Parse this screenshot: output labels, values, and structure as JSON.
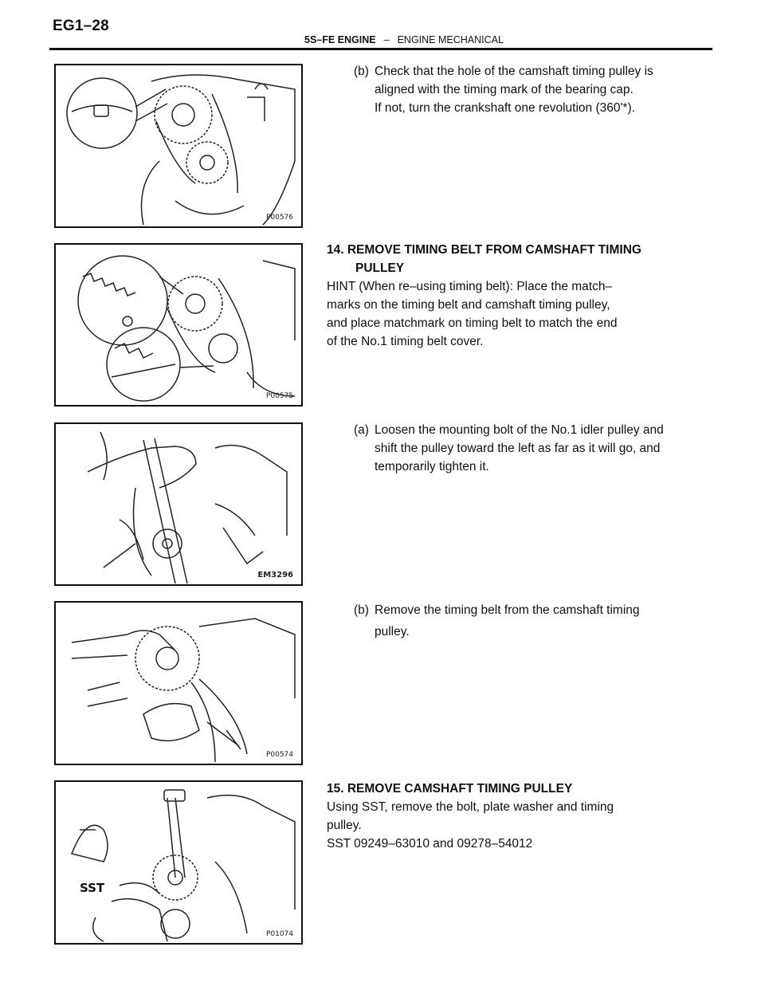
{
  "header": {
    "page_number": "EG1–28",
    "section": "5S–FE ENGINE",
    "separator": "–",
    "chapter": "ENGINE MECHANICAL"
  },
  "figures": [
    {
      "code": "P00576"
    },
    {
      "code": "P00575"
    },
    {
      "code": "EM3296"
    },
    {
      "code": "P00574"
    },
    {
      "code": "P01074",
      "label": "SST"
    }
  ],
  "step_b_check": {
    "label": "(b)",
    "line1": "Check that the hole of the camshaft timing pulley is",
    "line2": "aligned with the timing mark of the bearing cap.",
    "line3": "If not, turn the crankshaft one revolution (360'*)."
  },
  "step14": {
    "heading_line1": "14. REMOVE TIMING BELT FROM CAMSHAFT TIMING",
    "heading_line2": "PULLEY",
    "hint_line1": "HINT (When re–using timing belt): Place the match–",
    "hint_line2": "marks on the timing belt and camshaft timing pulley,",
    "hint_line3": "and place matchmark on timing belt to match the end",
    "hint_line4": "of the No.1 timing belt cover."
  },
  "step14a": {
    "label": "(a)",
    "line1": "Loosen the mounting bolt of the No.1 idler pulley and",
    "line2": "shift the pulley toward the left as far as it will go, and",
    "line3": "temporarily tighten it."
  },
  "step14b": {
    "label": "(b)",
    "line1": "Remove the timing belt from the camshaft timing",
    "line2": "pulley."
  },
  "step15": {
    "heading": "15. REMOVE CAMSHAFT TIMING PULLEY",
    "line1": "Using SST, remove the bolt, plate washer and timing",
    "line2": "pulley.",
    "line3": "SST 09249–63010 and 09278–54012"
  }
}
